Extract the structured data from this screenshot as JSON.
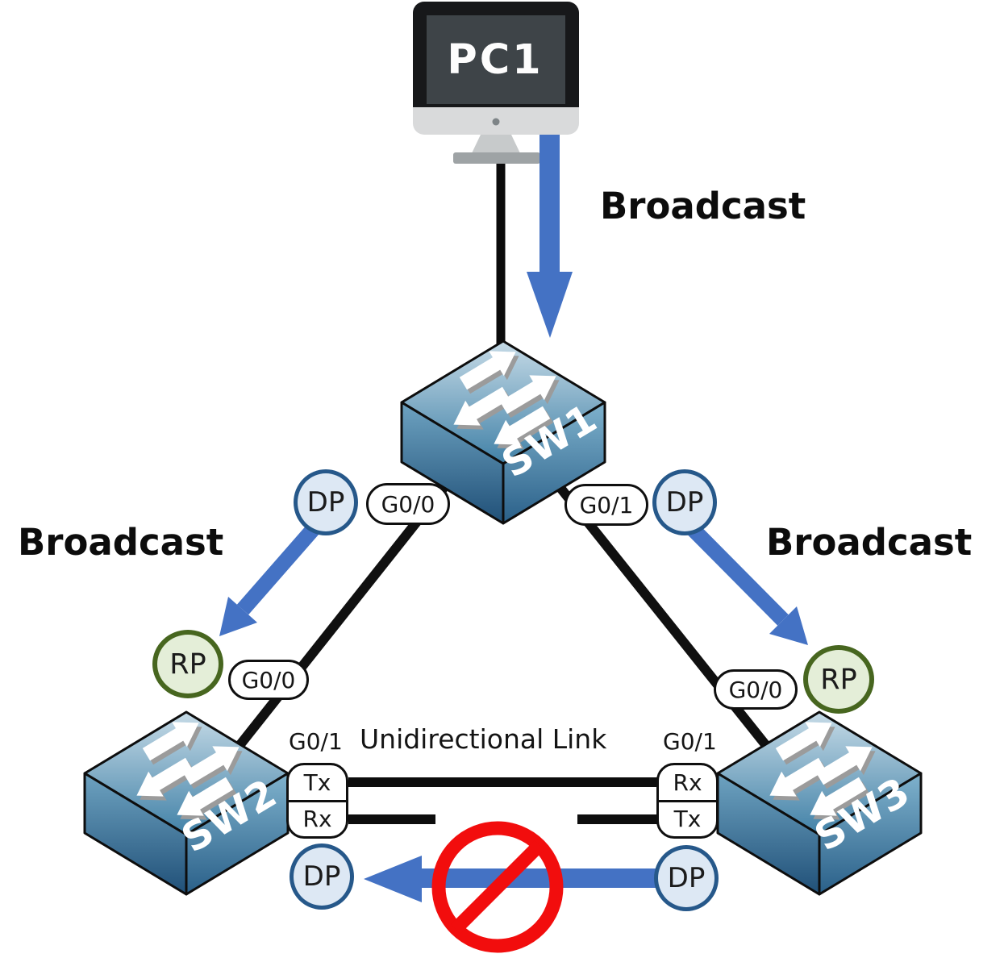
{
  "nodes": {
    "pc1": {
      "label": "PC1"
    },
    "sw1": {
      "label": "SW1"
    },
    "sw2": {
      "label": "SW2"
    },
    "sw3": {
      "label": "SW3"
    }
  },
  "annotations": {
    "broadcast_top": "Broadcast",
    "broadcast_left": "Broadcast",
    "broadcast_right": "Broadcast",
    "unidirectional_link": "Unidirectional Link"
  },
  "ports": {
    "sw1_g00": "G0/0",
    "sw1_g01": "G0/1",
    "sw2_g00": "G0/0",
    "sw3_g00": "G0/0",
    "sw2_g01": "G0/1",
    "sw3_g01": "G0/1"
  },
  "stp_roles": {
    "sw1_g00": "DP",
    "sw1_g01": "DP",
    "sw2_g00": "RP",
    "sw3_g00": "RP",
    "sw2_g01": "DP",
    "sw3_g01": "DP"
  },
  "duplex": {
    "sw2_top": "Tx",
    "sw2_bottom": "Rx",
    "sw3_top": "Rx",
    "sw3_bottom": "Tx"
  },
  "colors": {
    "broadcast_arrow": "#4472C4",
    "blocked_symbol": "#F20D0D",
    "link_line": "#0d0d0d",
    "dp_fill": "#DDE8F4",
    "dp_border": "#26588A",
    "rp_fill": "#E4EED8",
    "rp_border": "#47661F",
    "switch_top": "#4181A7",
    "switch_face": "#2A6089",
    "monitor_screen": "#3E4448"
  }
}
